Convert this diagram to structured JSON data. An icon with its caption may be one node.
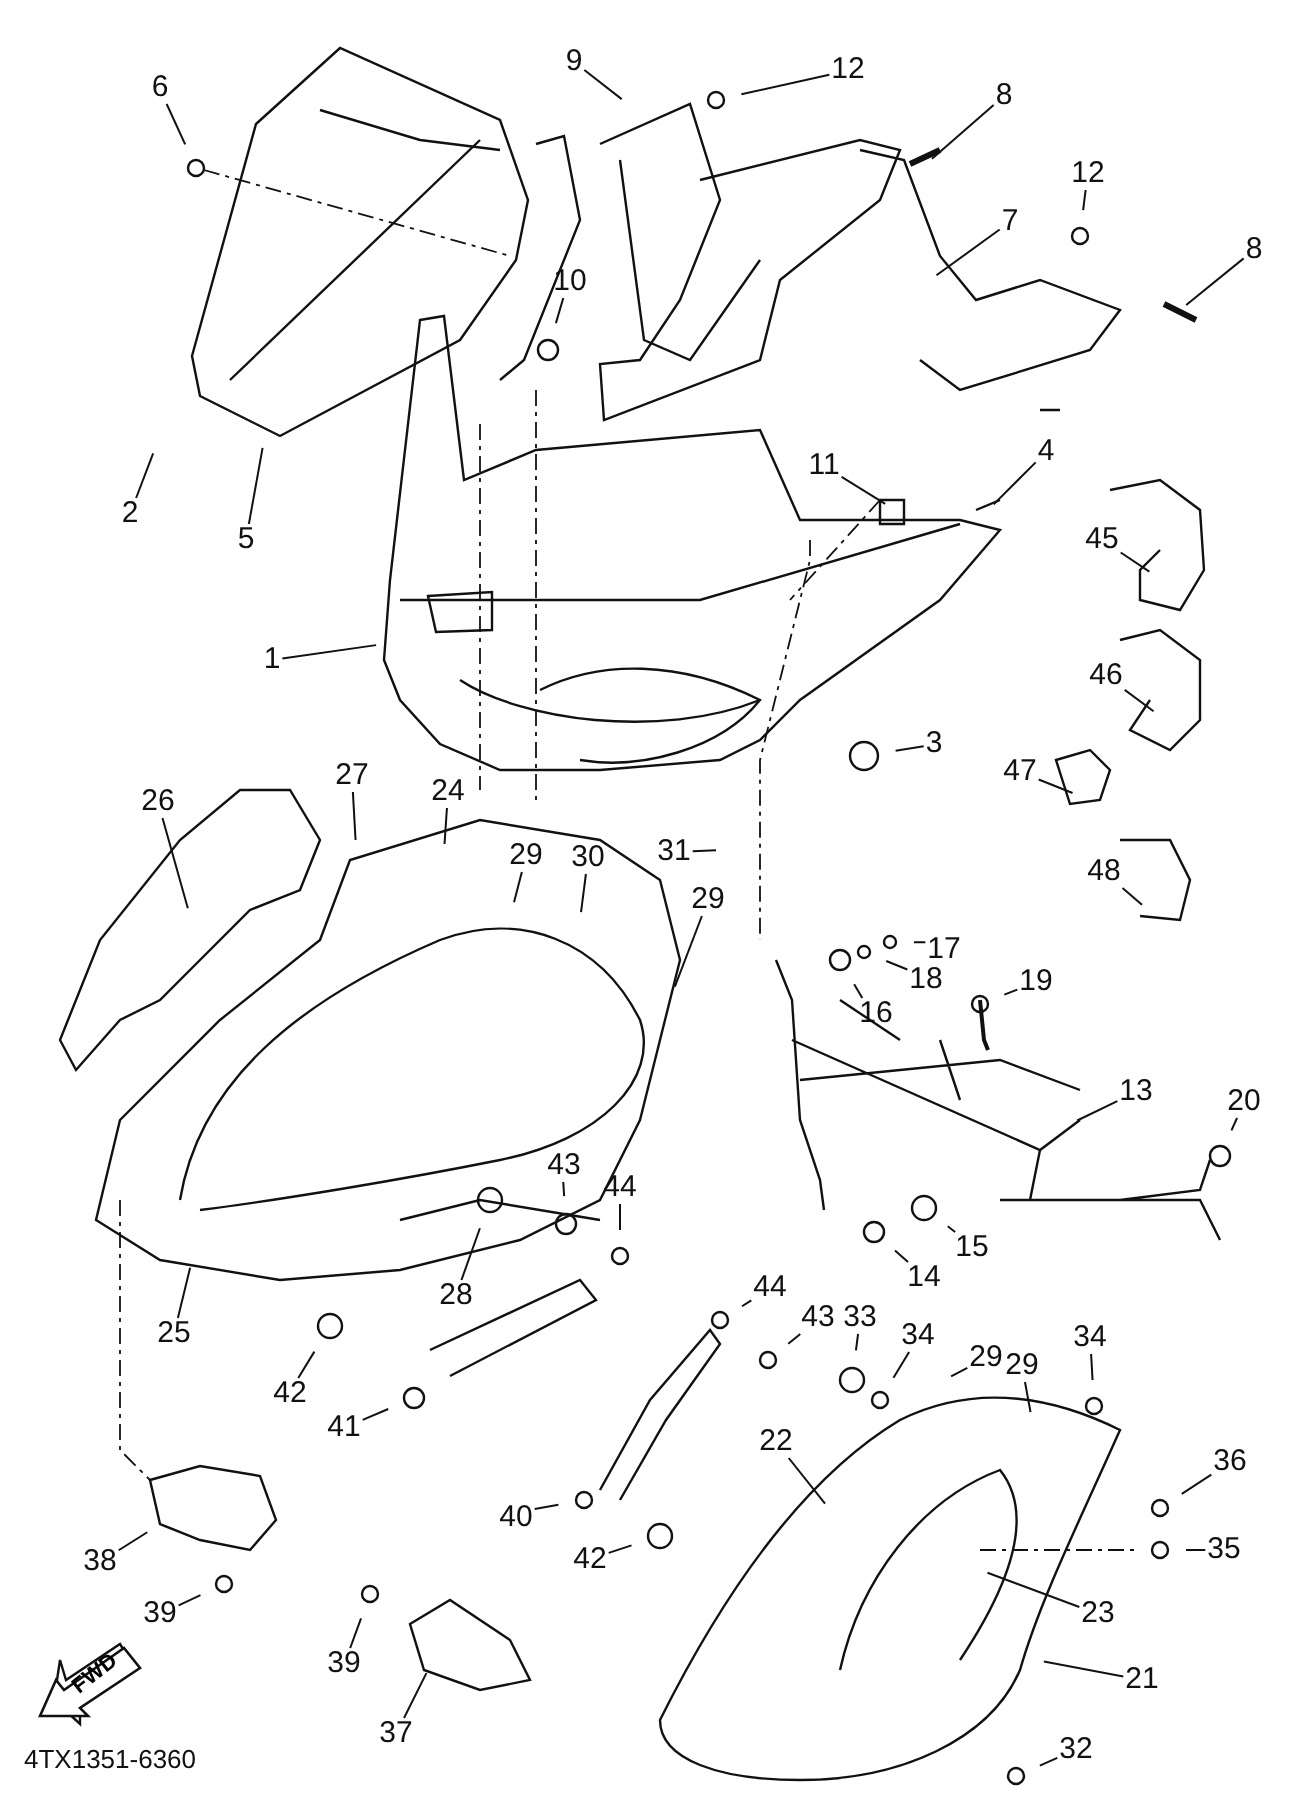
{
  "diagram": {
    "nodes": [
      {
        "text": [
          "6"
        ]
      },
      {
        "text": [
          "9"
        ]
      },
      {
        "text": [
          "12"
        ]
      },
      {
        "text": [
          "8"
        ]
      },
      {
        "text": [
          "12"
        ]
      },
      {
        "text": [
          "7"
        ]
      },
      {
        "text": [
          "8"
        ]
      },
      {
        "text": [
          "10"
        ]
      },
      {
        "text": [
          "2"
        ]
      },
      {
        "text": [
          "5"
        ]
      },
      {
        "text": [
          "11"
        ]
      },
      {
        "text": [
          "4"
        ]
      },
      {
        "text": [
          "45"
        ]
      },
      {
        "text": [
          "1"
        ]
      },
      {
        "text": [
          "46"
        ]
      },
      {
        "text": [
          "3"
        ]
      },
      {
        "text": [
          "47"
        ]
      },
      {
        "text": [
          "27"
        ]
      },
      {
        "text": [
          "26"
        ]
      },
      {
        "text": [
          "24"
        ]
      },
      {
        "text": [
          "29"
        ]
      },
      {
        "text": [
          "30"
        ]
      },
      {
        "text": [
          "31"
        ]
      },
      {
        "text": [
          "48"
        ]
      },
      {
        "text": [
          "29"
        ]
      },
      {
        "text": [
          "17"
        ]
      },
      {
        "text": [
          "18"
        ]
      },
      {
        "text": [
          "16"
        ]
      },
      {
        "text": [
          "19"
        ]
      },
      {
        "text": [
          "13"
        ]
      },
      {
        "text": [
          "20"
        ]
      },
      {
        "text": [
          "43"
        ]
      },
      {
        "text": [
          "44"
        ]
      },
      {
        "text": [
          "28"
        ]
      },
      {
        "text": [
          "15"
        ]
      },
      {
        "text": [
          "14"
        ]
      },
      {
        "text": [
          "25"
        ]
      },
      {
        "text": [
          "44"
        ]
      },
      {
        "text": [
          "43"
        ]
      },
      {
        "text": [
          "33"
        ]
      },
      {
        "text": [
          "34"
        ]
      },
      {
        "text": [
          "29"
        ]
      },
      {
        "text": [
          "29"
        ]
      },
      {
        "text": [
          "34"
        ]
      },
      {
        "text": [
          "42"
        ]
      },
      {
        "text": [
          "41"
        ]
      },
      {
        "text": [
          "22"
        ]
      },
      {
        "text": [
          "36"
        ]
      },
      {
        "text": [
          "40"
        ]
      },
      {
        "text": [
          "42"
        ]
      },
      {
        "text": [
          "38"
        ]
      },
      {
        "text": [
          "35"
        ]
      },
      {
        "text": [
          "23"
        ]
      },
      {
        "text": [
          "39"
        ]
      },
      {
        "text": [
          "39"
        ]
      },
      {
        "text": [
          "21"
        ]
      },
      {
        "text": [
          "37"
        ]
      },
      {
        "text": [
          "32"
        ]
      },
      {
        "text": [
          "FWD"
        ]
      }
    ],
    "edges": [
      {
        "from": 0,
        "to": null,
        "arrow": "none"
      },
      {
        "from": 1,
        "to": null,
        "arrow": "none"
      },
      {
        "from": 2,
        "to": null,
        "arrow": "none"
      },
      {
        "from": 3,
        "to": null,
        "arrow": "none"
      },
      {
        "from": 4,
        "to": null,
        "arrow": "none"
      },
      {
        "from": 5,
        "to": null,
        "arrow": "none"
      },
      {
        "from": 6,
        "to": null,
        "arrow": "none"
      },
      {
        "from": 7,
        "to": null,
        "arrow": "none"
      },
      {
        "from": 8,
        "to": null,
        "arrow": "none"
      },
      {
        "from": 9,
        "to": null,
        "arrow": "none"
      },
      {
        "from": 10,
        "to": null,
        "arrow": "none"
      },
      {
        "from": 11,
        "to": null,
        "arrow": "none"
      },
      {
        "from": 12,
        "to": null,
        "arrow": "none"
      },
      {
        "from": 13,
        "to": null,
        "arrow": "none"
      },
      {
        "from": 14,
        "to": null,
        "arrow": "none"
      },
      {
        "from": 15,
        "to": null,
        "arrow": "none"
      },
      {
        "from": 16,
        "to": null,
        "arrow": "none"
      },
      {
        "from": 17,
        "to": null,
        "arrow": "none"
      },
      {
        "from": 18,
        "to": null,
        "arrow": "none"
      },
      {
        "from": 19,
        "to": null,
        "arrow": "none"
      },
      {
        "from": 20,
        "to": null,
        "arrow": "none"
      },
      {
        "from": 21,
        "to": null,
        "arrow": "none"
      },
      {
        "from": 22,
        "to": null,
        "arrow": "none"
      },
      {
        "from": 23,
        "to": null,
        "arrow": "none"
      },
      {
        "from": 24,
        "to": null,
        "arrow": "none"
      },
      {
        "from": 25,
        "to": null,
        "arrow": "none"
      },
      {
        "from": 26,
        "to": null,
        "arrow": "none"
      },
      {
        "from": 27,
        "to": null,
        "arrow": "none"
      },
      {
        "from": 28,
        "to": null,
        "arrow": "none"
      },
      {
        "from": 29,
        "to": null,
        "arrow": "none"
      },
      {
        "from": 30,
        "to": null,
        "arrow": "none"
      },
      {
        "from": 31,
        "to": null,
        "arrow": "none"
      },
      {
        "from": 32,
        "to": null,
        "arrow": "none"
      },
      {
        "from": 33,
        "to": null,
        "arrow": "none"
      },
      {
        "from": 34,
        "to": null,
        "arrow": "none"
      },
      {
        "from": 35,
        "to": null,
        "arrow": "none"
      },
      {
        "from": 36,
        "to": null,
        "arrow": "none"
      },
      {
        "from": 37,
        "to": null,
        "arrow": "none"
      },
      {
        "from": 38,
        "to": null,
        "arrow": "none"
      },
      {
        "from": 39,
        "to": null,
        "arrow": "none"
      },
      {
        "from": 40,
        "to": null,
        "arrow": "none"
      },
      {
        "from": 41,
        "to": null,
        "arrow": "none"
      },
      {
        "from": 42,
        "to": null,
        "arrow": "none"
      },
      {
        "from": 43,
        "to": null,
        "arrow": "none"
      },
      {
        "from": 44,
        "to": null,
        "arrow": "none"
      },
      {
        "from": 45,
        "to": null,
        "arrow": "none"
      },
      {
        "from": 46,
        "to": null,
        "arrow": "none"
      },
      {
        "from": 47,
        "to": null,
        "arrow": "none"
      },
      {
        "from": 48,
        "to": null,
        "arrow": "none"
      },
      {
        "from": 49,
        "to": null,
        "arrow": "none"
      },
      {
        "from": 50,
        "to": null,
        "arrow": "none"
      },
      {
        "from": 51,
        "to": null,
        "arrow": "none"
      },
      {
        "from": 52,
        "to": null,
        "arrow": "none"
      },
      {
        "from": 53,
        "to": null,
        "arrow": "none"
      },
      {
        "from": 54,
        "to": null,
        "arrow": "none"
      },
      {
        "from": 55,
        "to": null,
        "arrow": "none"
      },
      {
        "from": 56,
        "to": null,
        "arrow": "none"
      },
      {
        "from": 57,
        "to": null,
        "arrow": "none"
      }
    ],
    "labels": [
      "4TX1351-6360"
    ]
  }
}
